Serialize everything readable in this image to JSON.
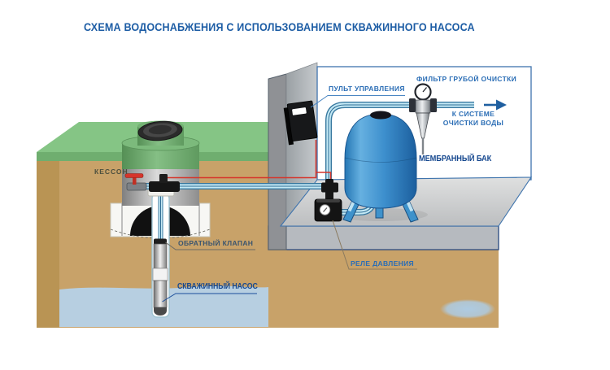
{
  "title": "СХЕМА ВОДОСНАБЖЕНИЯ С ИСПОЛЬЗОВАНИЕМ СКВАЖИННОГО НАСОСА",
  "labels": {
    "control_panel": "ПУЛЬТ УПРАВЛЕНИЯ",
    "coarse_filter": "ФИЛЬТР ГРУБОЙ ОЧИСТКИ",
    "to_treatment_line1": "К СИСТЕМЕ",
    "to_treatment_line2": "ОЧИСТКИ ВОДЫ",
    "membrane_tank": "МЕМБРАННЫЙ БАК",
    "caisson": "КЕССОН",
    "check_valve": "ОБРАТНЫЙ КЛАПАН",
    "borehole_pump": "СКВАЖИННЫЙ НАСОС",
    "pressure_relay": "РЕЛЕ ДАВЛЕНИЯ"
  },
  "icons": {
    "flow_arrow": "flow-direction-arrow",
    "pressure_gauge": "pressure-gauge",
    "valve_handle": "shutoff-valve"
  },
  "colors": {
    "title_blue": "#1d5da5",
    "label_blue": "#2a6db5",
    "label_navy": "#16488f",
    "grass_green": "#85c585",
    "soil_tan": "#c8a269",
    "groundwater_blue": "#b7cfe1",
    "tank_blue": "#3d8fcd",
    "pipe_fill": "#c4e9f5",
    "pipe_edge": "#38789f",
    "power_wire_red": "#d6352b",
    "wall_gray": "#97999d",
    "floor_gray": "#cfd0d1"
  }
}
